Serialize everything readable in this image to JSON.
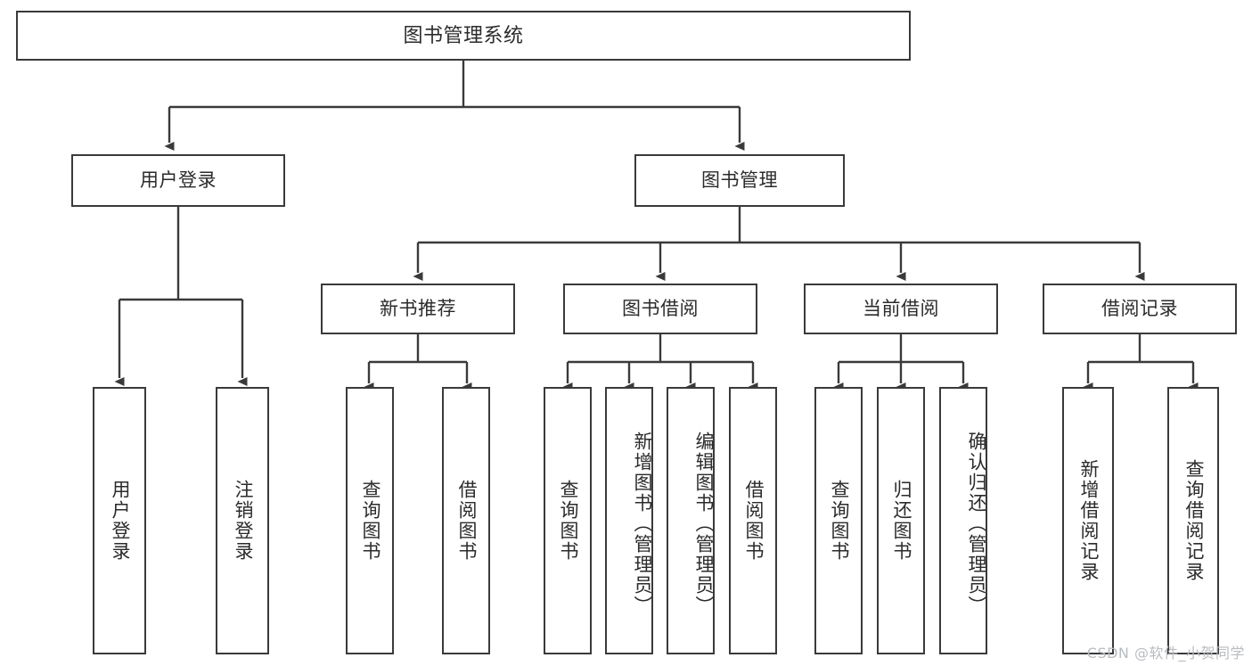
{
  "diagram": {
    "type": "tree",
    "title": "图书管理系统",
    "orientation": "top-down",
    "edge_color": "#3a3a3a",
    "node_border_color": "#3a3a3a",
    "node_fill_color": "#ffffff",
    "text_color": "#2b2b2b",
    "levels": [
      {
        "level": 1,
        "nodes": [
          {
            "id": "root",
            "label": "图书管理系统",
            "orientation": "horizontal"
          }
        ]
      },
      {
        "level": 2,
        "nodes": [
          {
            "id": "user-login",
            "label": "用户登录",
            "orientation": "horizontal",
            "parent": "root"
          },
          {
            "id": "book-manage",
            "label": "图书管理",
            "orientation": "horizontal",
            "parent": "root"
          }
        ]
      },
      {
        "level": 3,
        "nodes": [
          {
            "id": "new-book-rec",
            "label": "新书推荐",
            "orientation": "horizontal",
            "parent": "book-manage"
          },
          {
            "id": "book-borrow",
            "label": "图书借阅",
            "orientation": "horizontal",
            "parent": "book-manage"
          },
          {
            "id": "current-borrow",
            "label": "当前借阅",
            "orientation": "horizontal",
            "parent": "book-manage"
          },
          {
            "id": "borrow-record",
            "label": "借阅记录",
            "orientation": "horizontal",
            "parent": "book-manage"
          }
        ]
      },
      {
        "level": 4,
        "nodes": [
          {
            "id": "leaf-user-login",
            "label": "用户登录",
            "orientation": "vertical",
            "parent": "user-login"
          },
          {
            "id": "leaf-logout-login",
            "label": "注销登录",
            "orientation": "vertical",
            "parent": "user-login"
          },
          {
            "id": "leaf-query-book-1",
            "label": "查询图书",
            "orientation": "vertical",
            "parent": "new-book-rec"
          },
          {
            "id": "leaf-borrow-book-1",
            "label": "借阅图书",
            "orientation": "vertical",
            "parent": "new-book-rec"
          },
          {
            "id": "leaf-query-book-2",
            "label": "查询图书",
            "orientation": "vertical",
            "parent": "book-borrow"
          },
          {
            "id": "leaf-add-book",
            "label": "新增图书（管理员）",
            "orientation": "vertical",
            "parent": "book-borrow"
          },
          {
            "id": "leaf-edit-book",
            "label": "编辑图书（管理员）",
            "orientation": "vertical",
            "parent": "book-borrow"
          },
          {
            "id": "leaf-borrow-book-2",
            "label": "借阅图书",
            "orientation": "vertical",
            "parent": "book-borrow"
          },
          {
            "id": "leaf-query-book-3",
            "label": "查询图书",
            "orientation": "vertical",
            "parent": "current-borrow"
          },
          {
            "id": "leaf-return-book",
            "label": "归还图书",
            "orientation": "vertical",
            "parent": "current-borrow"
          },
          {
            "id": "leaf-confirm-return",
            "label": "确认归还（管理员）",
            "orientation": "vertical",
            "parent": "current-borrow"
          },
          {
            "id": "leaf-add-record",
            "label": "新增借阅记录",
            "orientation": "vertical",
            "parent": "borrow-record"
          },
          {
            "id": "leaf-query-record",
            "label": "查询借阅记录",
            "orientation": "vertical",
            "parent": "borrow-record"
          }
        ]
      }
    ]
  },
  "watermark": {
    "text": "CSDN @软件_小贺同学"
  }
}
